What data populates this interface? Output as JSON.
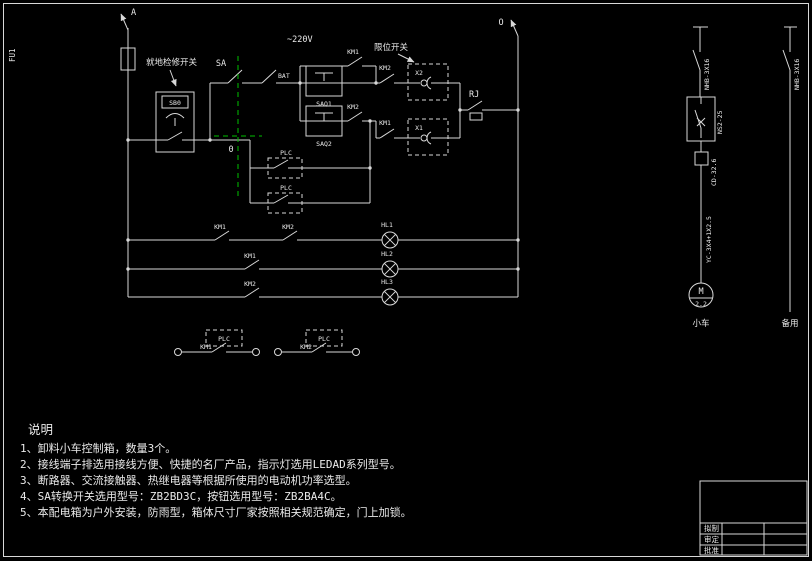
{
  "schematic": {
    "phase_a": "A",
    "phase_o": "O",
    "fuse": "FU1",
    "voltage": "~220V",
    "estop_note": "就地检修开关",
    "limit_note": "限位开关",
    "estop": "SB0",
    "selector": "SA",
    "selector_zero": "0",
    "bat": "BAT",
    "saq1": "SAQ1",
    "saq2": "SAQ2",
    "km1": "KM1",
    "km2": "KM2",
    "x1": "X1",
    "x2": "X2",
    "rj": "RJ",
    "plc": "PLC",
    "hl1": "HL1",
    "hl2": "HL2",
    "hl3": "HL3"
  },
  "feeder": {
    "cable_left": "NHB-3X16",
    "cable_right": "NHB-3X16",
    "starter": "NS2-25",
    "contactor": "CD-32.6",
    "motor_cable": "YC-3X4+1X2.5",
    "motor": "M",
    "motor_power": "2.2",
    "load_left": "小车",
    "load_right": "备用"
  },
  "notes": {
    "title": "说明",
    "items": [
      "1、卸料小车控制箱，数量3个。",
      "2、接线端子排选用接线方便、快捷的名厂产品，指示灯选用LEDAD系列型号。",
      "3、断路器、交流接触器、热继电器等根据所使用的电动机功率选型。",
      "4、SA转换开关选用型号：ZB2BD3C，按钮选用型号：ZB2BA4C。",
      "5、本配电箱为户外安装，防雨型，箱体尺寸厂家按照相关规范确定，门上加锁。"
    ]
  },
  "titleblock": {
    "rows": [
      "拟制",
      "审定",
      "批准"
    ]
  },
  "colors": {
    "background": "#000000",
    "line": "#d8d8d8",
    "text": "#e9e9e9",
    "linkage_green": "#00c000"
  }
}
